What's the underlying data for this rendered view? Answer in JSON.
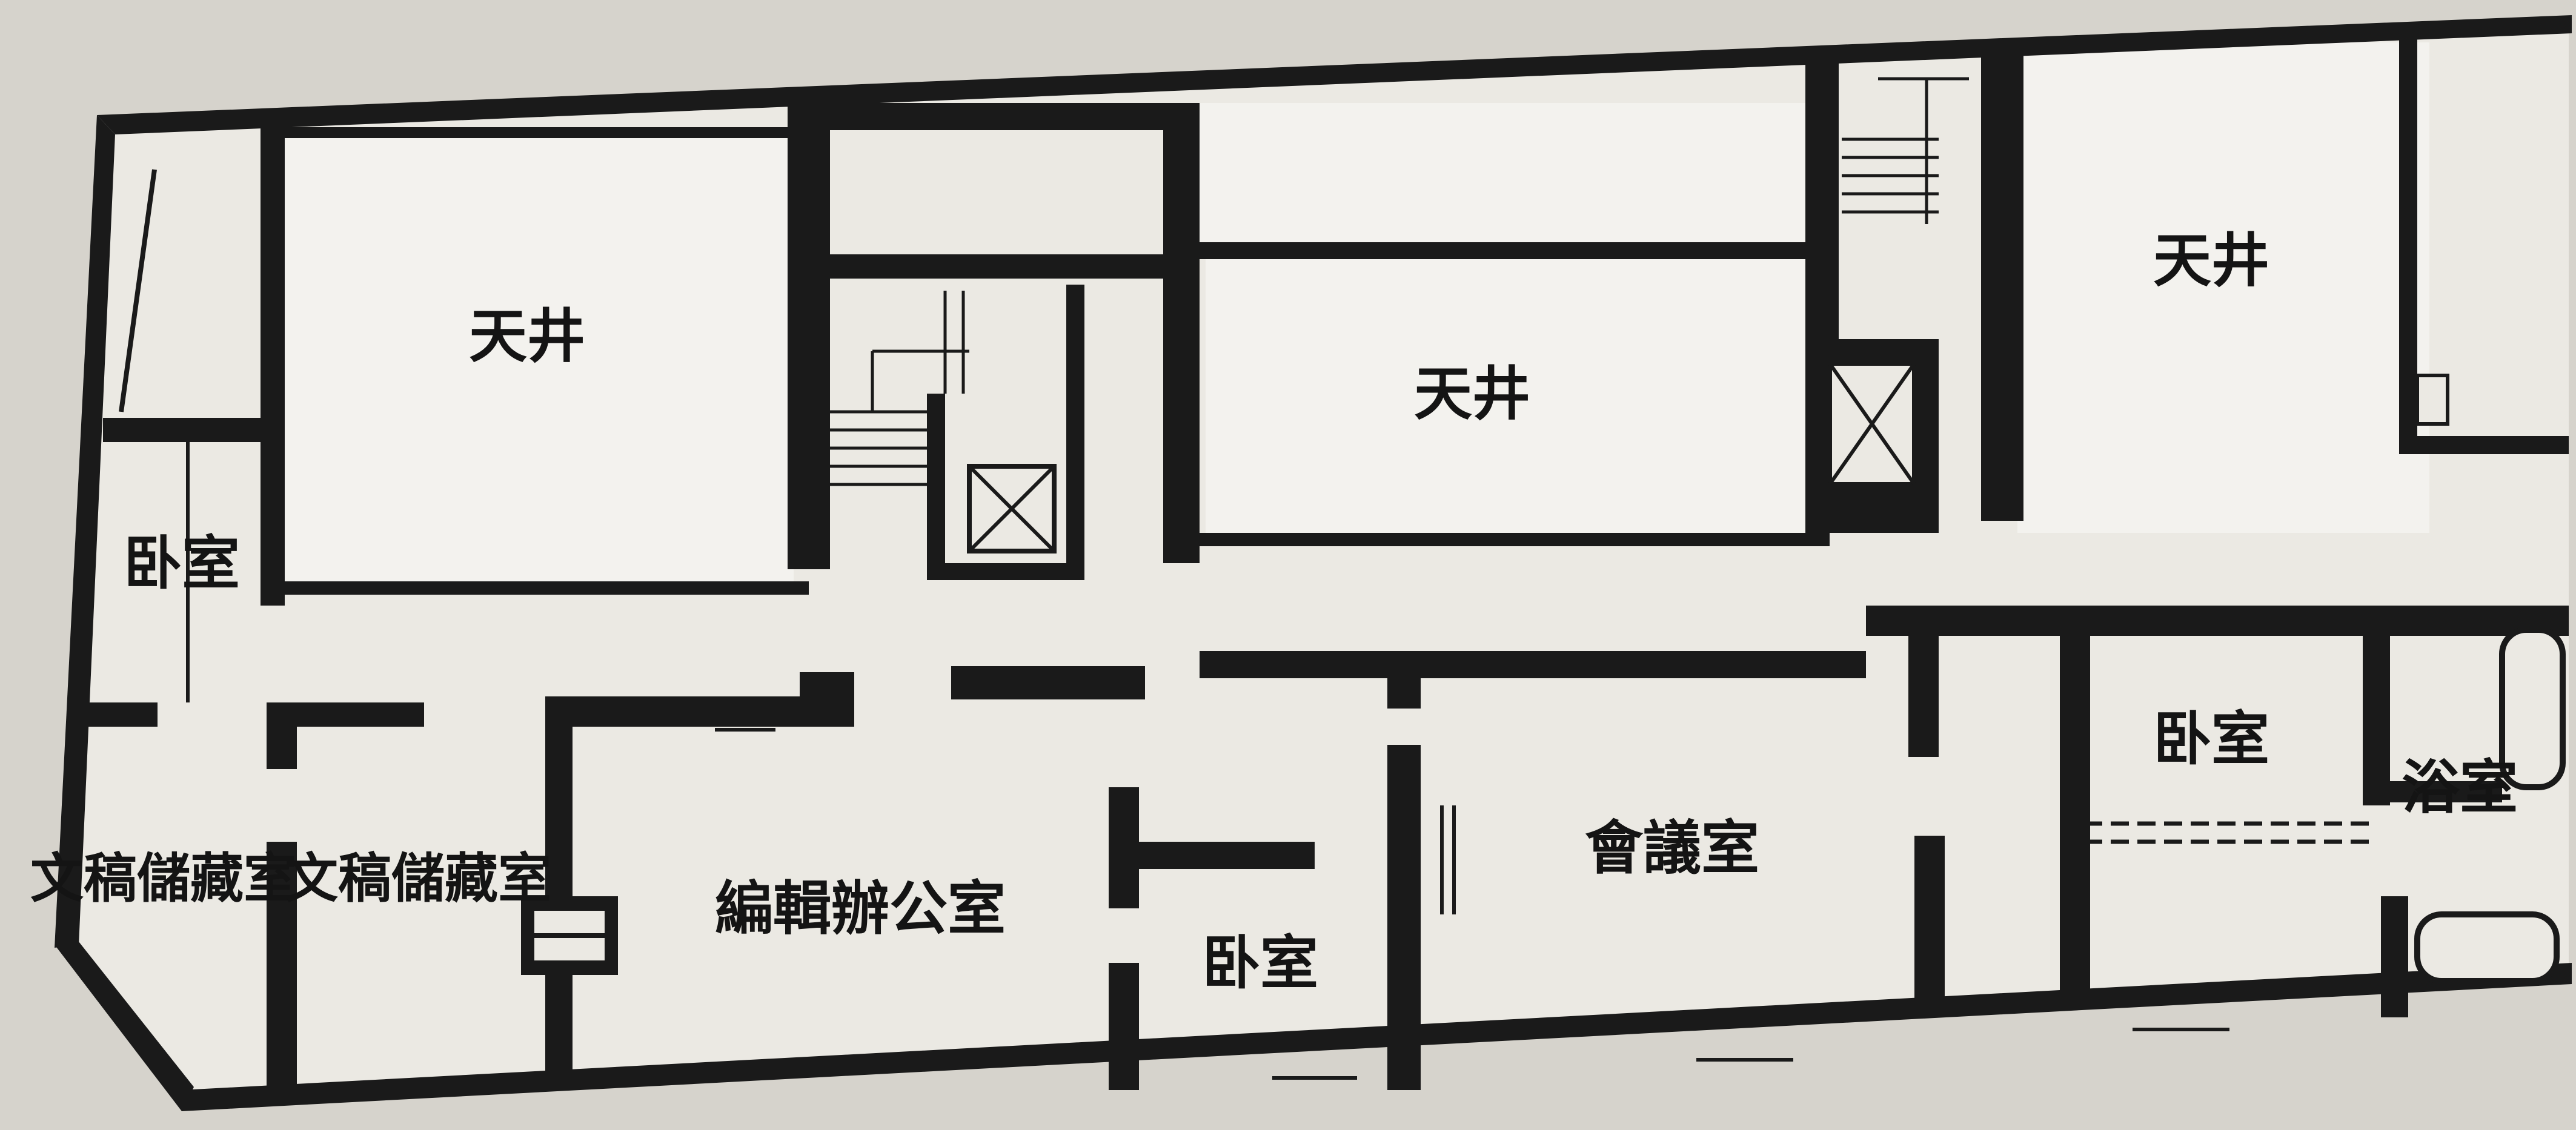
{
  "rooms": {
    "skylight_1": "天井",
    "skylight_2": "天井",
    "skylight_3": "天井",
    "bedroom_west": "卧室",
    "archive_1": "文稿儲藏室",
    "archive_2": "文稿儲藏室",
    "editorial_office": "編輯辦公室",
    "bedroom_center": "卧室",
    "meeting_room": "會議室",
    "bedroom_east": "卧室",
    "bathroom": "浴室"
  },
  "colors": {
    "paper": "#ebe9e3",
    "ink": "#1a1a1a",
    "background": "#d6d3cc"
  }
}
